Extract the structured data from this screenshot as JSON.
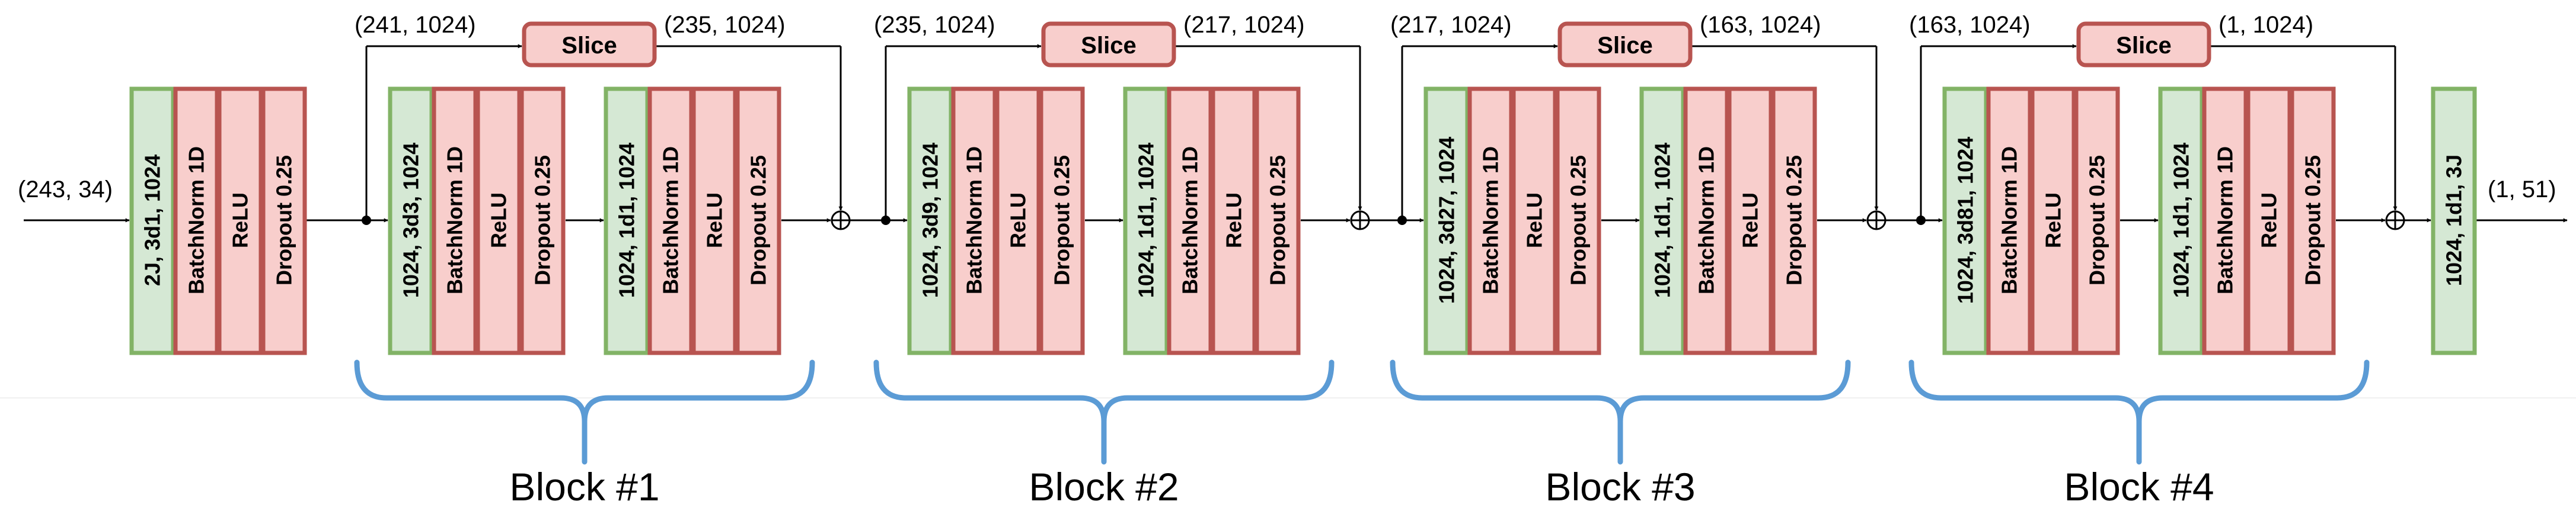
{
  "input_shape": "(243, 34)",
  "output_shape": "(1, 51)",
  "input_layer": {
    "conv": "2J, 3d1, 1024",
    "layers": [
      "BatchNorm 1D",
      "ReLU",
      "Dropout 0.25"
    ]
  },
  "blocks": [
    {
      "label": "Block #1",
      "slice_label": "Slice",
      "in_shape": "(241, 1024)",
      "out_shape": "(235, 1024)",
      "conv1": "1024, 3d3, 1024",
      "conv2": "1024, 1d1, 1024",
      "layers": [
        "BatchNorm 1D",
        "ReLU",
        "Dropout 0.25"
      ]
    },
    {
      "label": "Block #2",
      "slice_label": "Slice",
      "in_shape": "(235, 1024)",
      "out_shape": "(217, 1024)",
      "conv1": "1024, 3d9, 1024",
      "conv2": "1024, 1d1, 1024",
      "layers": [
        "BatchNorm 1D",
        "ReLU",
        "Dropout 0.25"
      ]
    },
    {
      "label": "Block #3",
      "slice_label": "Slice",
      "in_shape": "(217, 1024)",
      "out_shape": "(163, 1024)",
      "conv1": "1024, 3d27, 1024",
      "conv2": "1024, 1d1, 1024",
      "layers": [
        "BatchNorm 1D",
        "ReLU",
        "Dropout 0.25"
      ]
    },
    {
      "label": "Block #4",
      "slice_label": "Slice",
      "in_shape": "(163, 1024)",
      "out_shape": "(1, 1024)",
      "conv1": "1024, 3d81, 1024",
      "conv2": "1024, 1d1, 1024",
      "layers": [
        "BatchNorm 1D",
        "ReLU",
        "Dropout 0.25"
      ]
    }
  ],
  "output_layer": {
    "conv": "1024, 1d1, 3J"
  },
  "colors": {
    "conv_fill": "#d5e8d4",
    "conv_stroke": "#82b366",
    "norm_fill": "#f8cecc",
    "norm_stroke": "#b85450",
    "brace": "#5b9bd5",
    "line": "#000000"
  }
}
